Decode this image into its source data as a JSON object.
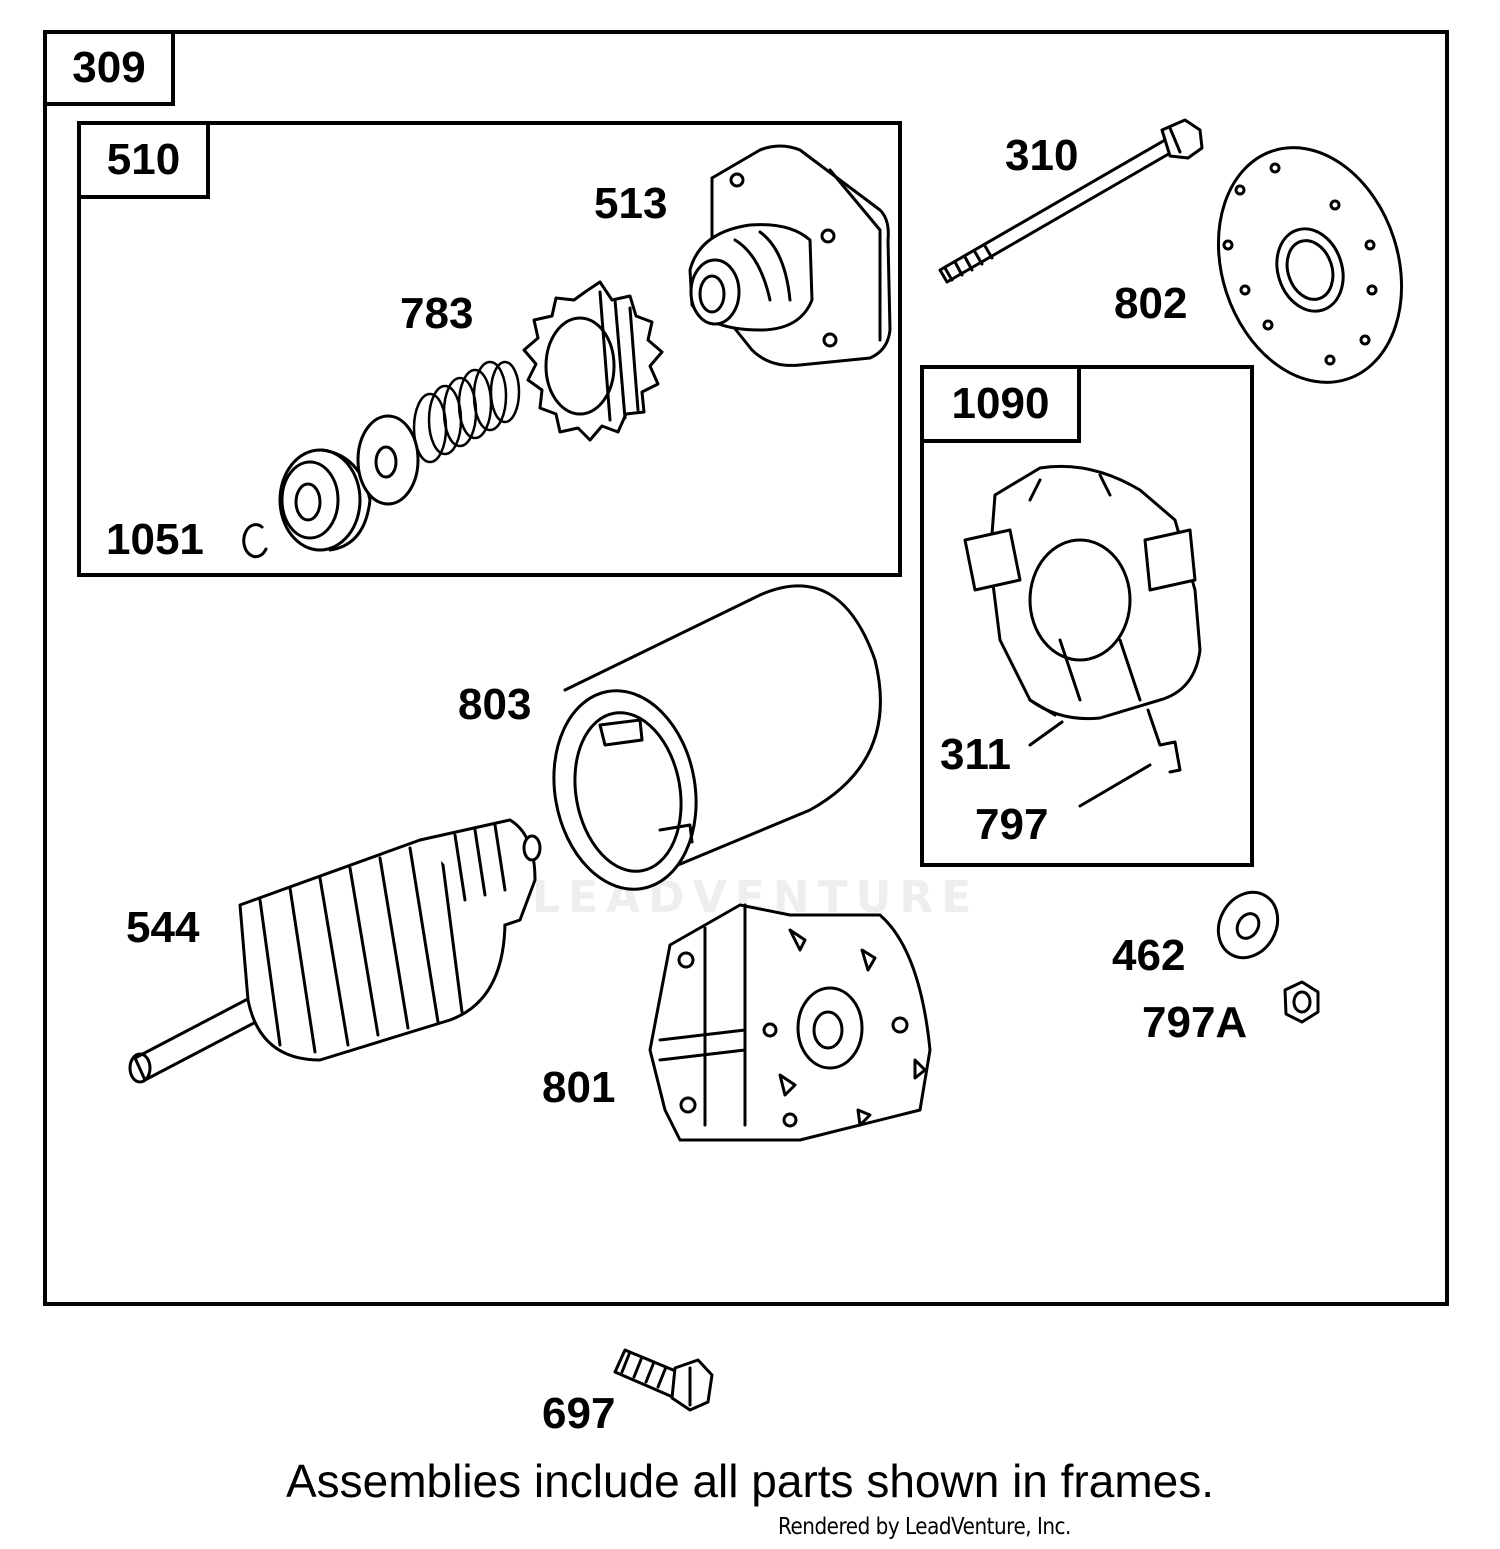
{
  "frames": {
    "outer": "309",
    "sub_510": "510",
    "sub_1090": "1090"
  },
  "parts": {
    "p310": "310",
    "p513": "513",
    "p802": "802",
    "p783": "783",
    "p1051": "1051",
    "p803": "803",
    "p311": "311",
    "p797": "797",
    "p544": "544",
    "p462": "462",
    "p797a": "797A",
    "p801": "801",
    "p697": "697"
  },
  "note": "Assemblies include all parts shown in frames.",
  "credit": "Rendered by LeadVenture, Inc.",
  "watermark": "LEADVENTURE"
}
